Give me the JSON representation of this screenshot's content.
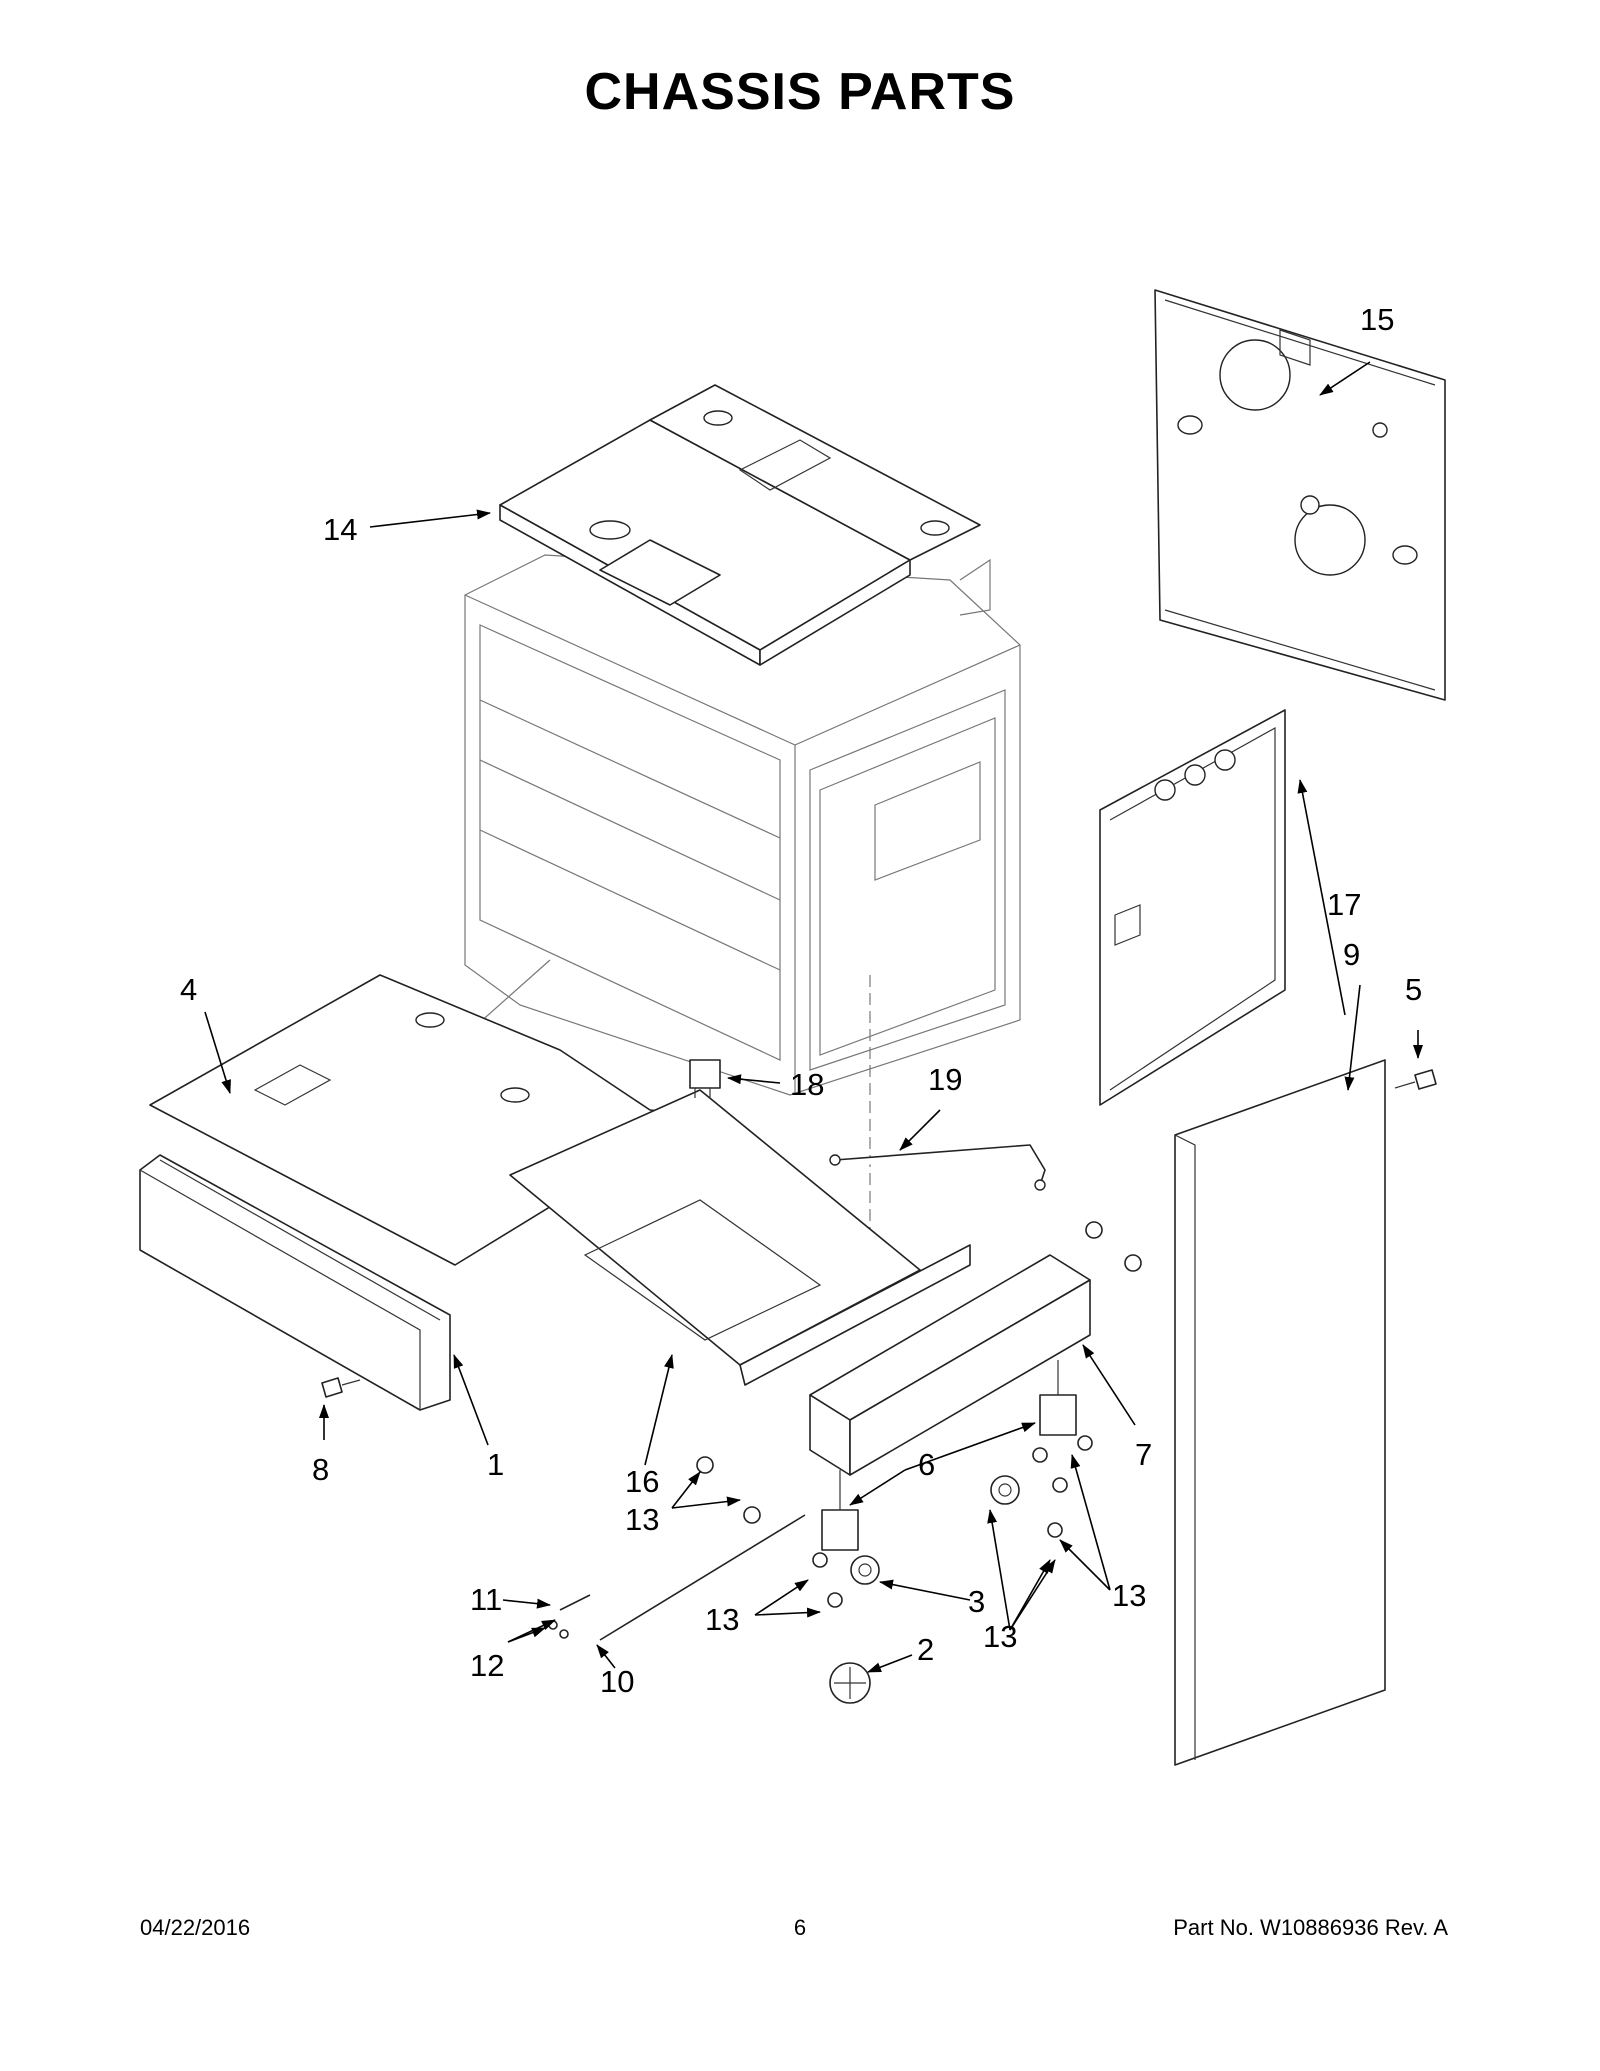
{
  "title": "CHASSIS PARTS",
  "callouts": {
    "c1": "1",
    "c2": "2",
    "c3": "3",
    "c4": "4",
    "c5": "5",
    "c6": "6",
    "c7": "7",
    "c8": "8",
    "c9": "9",
    "c10": "10",
    "c11": "11",
    "c12": "12",
    "c13a": "13",
    "c13b": "13",
    "c13c": "13",
    "c13d": "13",
    "c14": "14",
    "c15": "15",
    "c16": "16",
    "c17": "17",
    "c18": "18",
    "c19": "19"
  },
  "footer": {
    "date": "04/22/2016",
    "page": "6",
    "part_no": "Part No.  W10886936  Rev.  A"
  }
}
